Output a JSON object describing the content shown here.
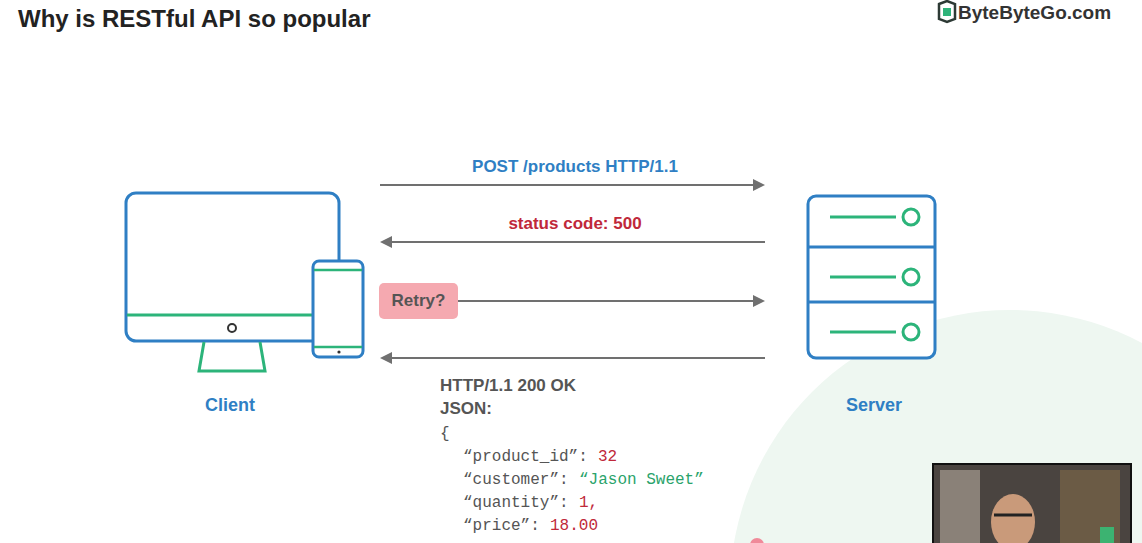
{
  "diagram": {
    "title": "Why is RESTful API so popular",
    "nodes": [
      {
        "text": [
          "Client"
        ]
      },
      {
        "text": [
          "Server"
        ]
      },
      {
        "text": [
          "Retry?"
        ]
      }
    ],
    "edges": [
      {
        "from": 0,
        "to": 1,
        "arrow": "to",
        "label": "POST /products HTTP/1.1"
      },
      {
        "from": 1,
        "to": 0,
        "arrow": "to",
        "label": "status code: 500"
      },
      {
        "from": 2,
        "to": 1,
        "arrow": "to"
      },
      {
        "from": 1,
        "to": 0,
        "arrow": "to",
        "label": "HTTP/1.1 200 OK"
      }
    ],
    "labels": [
      "ByteByteGo.com",
      "JSON:",
      "{",
      "“product_id”:",
      "32",
      "“customer”:",
      "“Jason Sweet”",
      "“quantity”:",
      "1,",
      "“price”:",
      "18.00"
    ]
  }
}
